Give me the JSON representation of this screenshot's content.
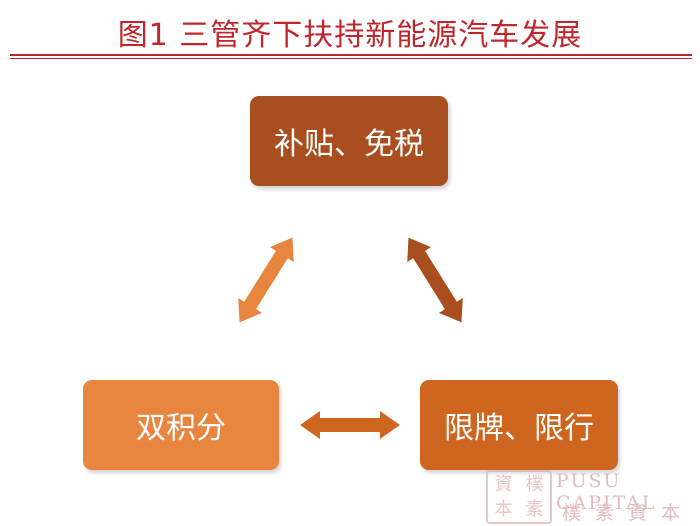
{
  "title": "图1 三管齐下扶持新能源汽车发展",
  "nodes": {
    "top": "补贴、免税",
    "left": "双积分",
    "right": "限牌、限行"
  },
  "colors": {
    "title": "#c0272d",
    "top_box": "#a84e1f",
    "left_box": "#e8853f",
    "right_box": "#cf6620",
    "arrow_left": "#e8853f",
    "arrow_right": "#a84e1f",
    "arrow_bottom": "#cf6620"
  },
  "watermark": {
    "seal_chars": [
      "資",
      "樸",
      "本",
      "素"
    ],
    "english": "PUSU CAPITAL",
    "chinese": "樸素資本"
  }
}
